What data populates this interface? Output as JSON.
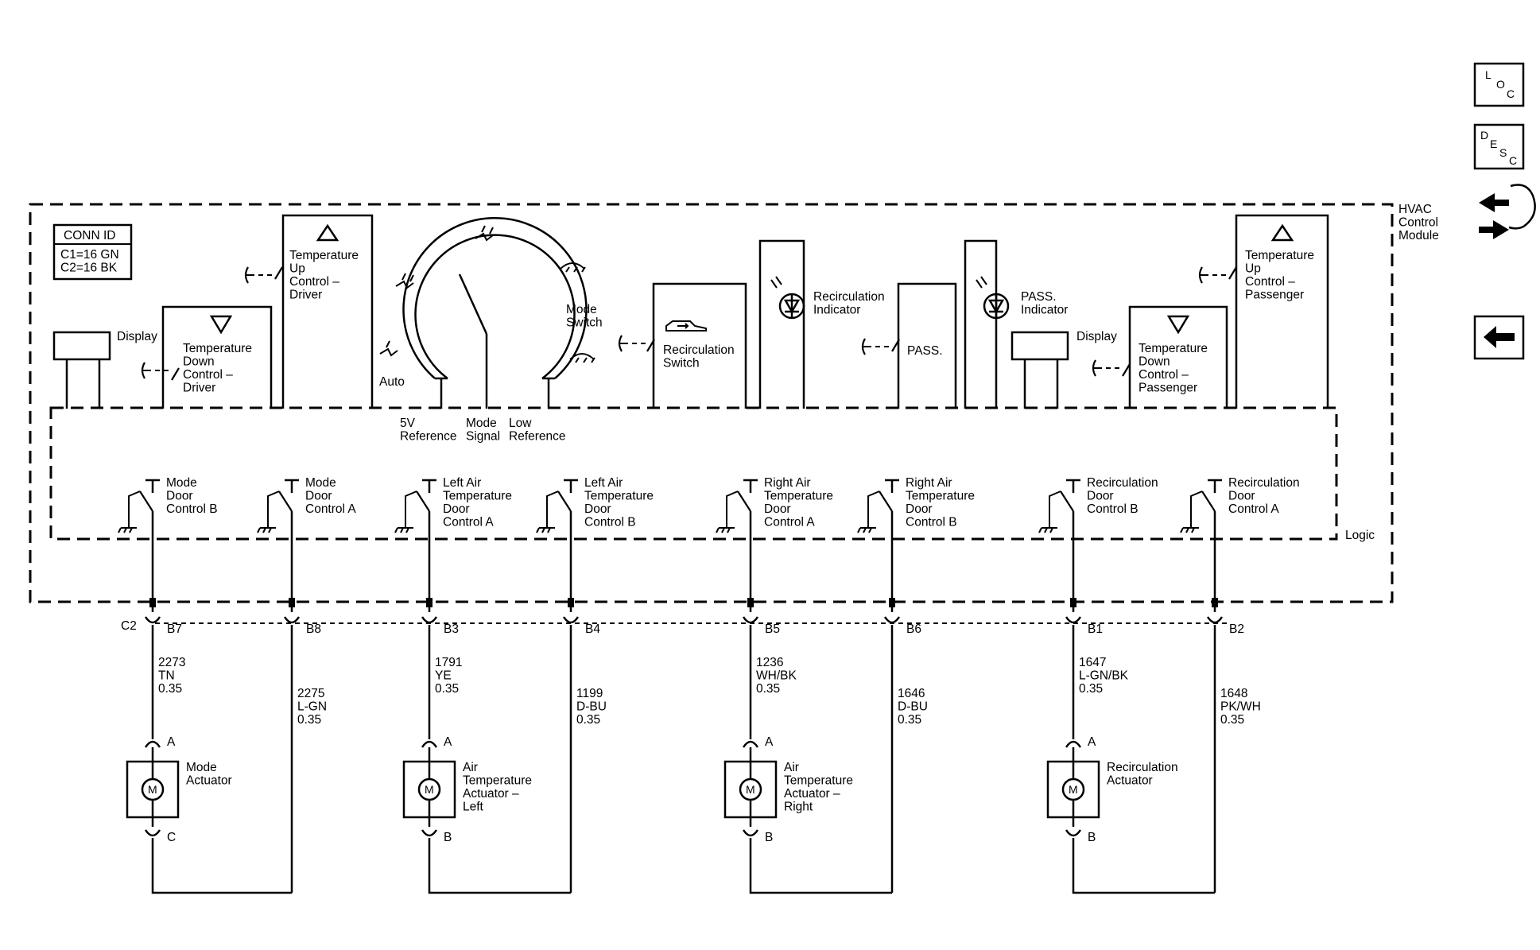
{
  "module": {
    "title_lines": [
      "HVAC",
      "Control",
      "Module"
    ],
    "logic_label": "Logic"
  },
  "conn_id": {
    "title": "CONN ID",
    "lines": [
      "C1=16 GN",
      "C2=16 BK"
    ]
  },
  "displays": {
    "left": "Display",
    "right": "Display"
  },
  "controls": {
    "temp_down_driver": [
      "Temperature",
      "Down",
      "Control –",
      "Driver"
    ],
    "temp_up_driver": [
      "Temperature",
      "Up",
      "Control –",
      "Driver"
    ],
    "recirc_switch": [
      "Recirculation",
      "Switch"
    ],
    "recirc_indicator": [
      "Recirculation",
      "Indicator"
    ],
    "pass_switch": "PASS.",
    "pass_indicator": [
      "PASS.",
      "Indicator"
    ],
    "temp_down_pass": [
      "Temperature",
      "Down",
      "Control –",
      "Passenger"
    ],
    "temp_up_pass": [
      "Temperature",
      "Up",
      "Control –",
      "Passenger"
    ]
  },
  "mode_switch": {
    "label": [
      "Mode",
      "Switch"
    ],
    "auto": "Auto",
    "pins": {
      "ref5v": [
        "5V",
        "Reference"
      ],
      "signal": [
        "Mode",
        "Signal"
      ],
      "low": [
        "Low",
        "Reference"
      ]
    }
  },
  "logic_switches": [
    [
      "Mode",
      "Door",
      "Control B"
    ],
    [
      "Mode",
      "Door",
      "Control A"
    ],
    [
      "Left Air",
      "Temperature",
      "Door",
      "Control A"
    ],
    [
      "Left Air",
      "Temperature",
      "Door",
      "Control B"
    ],
    [
      "Right Air",
      "Temperature",
      "Door",
      "Control A"
    ],
    [
      "Right Air",
      "Temperature",
      "Door",
      "Control B"
    ],
    [
      "Recirculation",
      "Door",
      "Control B"
    ],
    [
      "Recirculation",
      "Door",
      "Control A"
    ]
  ],
  "connector": {
    "name": "C2",
    "pins": [
      "B7",
      "B8",
      "B3",
      "B4",
      "B5",
      "B6",
      "B1",
      "B2"
    ]
  },
  "wires": [
    [
      "2273",
      "TN",
      "0.35"
    ],
    [
      "2275",
      "L-GN",
      "0.35"
    ],
    [
      "1791",
      "YE",
      "0.35"
    ],
    [
      "1199",
      "D-BU",
      "0.35"
    ],
    [
      "1236",
      "WH/BK",
      "0.35"
    ],
    [
      "1646",
      "D-BU",
      "0.35"
    ],
    [
      "1647",
      "L-GN/BK",
      "0.35"
    ],
    [
      "1648",
      "PK/WH",
      "0.35"
    ]
  ],
  "actuators": [
    {
      "name": [
        "Mode",
        "Actuator"
      ],
      "top_pin": "A",
      "bottom_pin": "C",
      "symbol": "M"
    },
    {
      "name": [
        "Air",
        "Temperature",
        "Actuator –",
        "Left"
      ],
      "top_pin": "A",
      "bottom_pin": "B",
      "symbol": "M"
    },
    {
      "name": [
        "Air",
        "Temperature",
        "Actuator –",
        "Right"
      ],
      "top_pin": "A",
      "bottom_pin": "B",
      "symbol": "M"
    },
    {
      "name": [
        "Recirculation",
        "Actuator"
      ],
      "top_pin": "A",
      "bottom_pin": "B",
      "symbol": "M"
    }
  ],
  "nav": {
    "loc": [
      "L",
      "O",
      "C"
    ],
    "desc": [
      "D",
      "E",
      "S",
      "C"
    ],
    "harness_icon": "connector-harness-icon",
    "back_icon": "back-arrow-icon"
  }
}
